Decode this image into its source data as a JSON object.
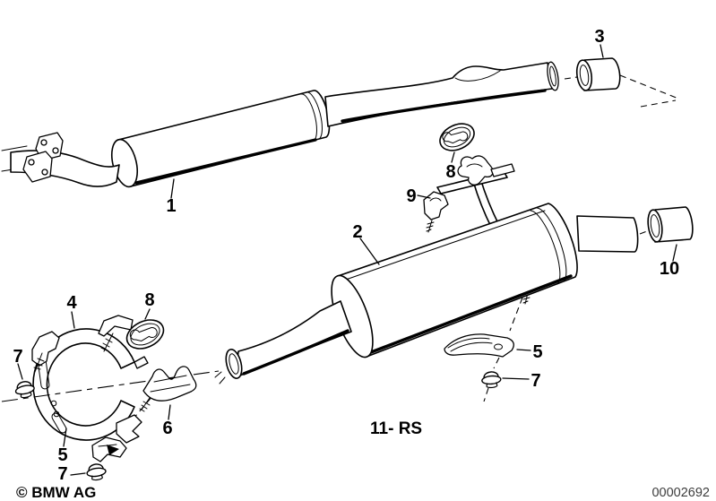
{
  "diagram": {
    "kind": "exploded-parts-drawing",
    "note": "11- RS",
    "copyright": "© BMW AG",
    "doc_number": "00002692"
  },
  "part_labels": [
    {
      "text": "1"
    },
    {
      "text": "2"
    },
    {
      "text": "3"
    },
    {
      "text": "4"
    },
    {
      "text": "5"
    },
    {
      "text": "5"
    },
    {
      "text": "6"
    },
    {
      "text": "7"
    },
    {
      "text": "7"
    },
    {
      "text": "7"
    },
    {
      "text": "8"
    },
    {
      "text": "8"
    },
    {
      "text": "9"
    },
    {
      "text": "10"
    }
  ]
}
